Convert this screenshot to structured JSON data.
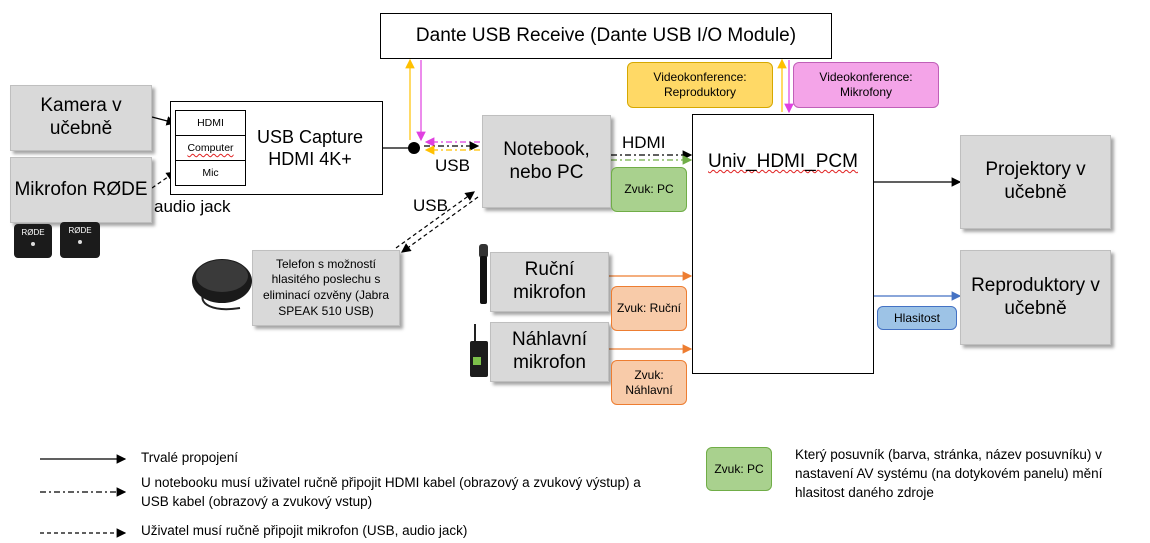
{
  "nodes": {
    "dante": "Dante USB Receive (Dante USB I/O Module)",
    "kamera": "Kamera v učebně",
    "mikrofon_rode": "Mikrofon RØDE",
    "usb_capture": "USB Capture HDMI 4K+",
    "capture_ports": [
      "HDMI",
      "Computer",
      "Mic"
    ],
    "notebook": "Notebook, nebo PC",
    "univ": "Univ_HDMI_PCM",
    "projektory": "Projektory v učebně",
    "reproduktory": "Reproduktory v učebně",
    "rucni": "Ruční mikrofon",
    "nahlavni": "Náhlavní mikrofon",
    "telefon": "Telefon s možností hlasitého poslechu s eliminací ozvěny (Jabra SPEAK 510 USB)"
  },
  "tags": {
    "vk_repro": "Videokonference: Reproduktory",
    "vk_mikro": "Videokonference: Mikrofony",
    "zvuk_pc": "Zvuk: PC",
    "zvuk_rucni": "Zvuk: Ruční",
    "zvuk_nahlavni": "Zvuk: Náhlavní",
    "hlasitost": "Hlasitost"
  },
  "labels": {
    "hdmi": "HDMI",
    "usb1": "USB",
    "usb2": "USB",
    "audio_jack": "audio jack",
    "rode_device": "RØDE"
  },
  "legend": {
    "solid": "Trvalé propojení",
    "dashdot": "U notebooku musí uživatel ručně připojit HDMI kabel (obrazový a zvukový výstup) a USB kabel (obrazový a zvukový vstup)",
    "dashed": "Uživatel musí ručně připojit mikrofon (USB, audio jack)",
    "key_tag": "Zvuk: PC",
    "key_text": "Který posuvník (barva, stránka, název posuvníku) v nastavení AV systému (na dotykovém panelu) mění hlasitost daného zdroje"
  },
  "colors": {
    "gray_box": "#d9d9d9",
    "orange_tag": "#f8cba9",
    "yellow_tag": "#ffd966",
    "pink_tag": "#f4a4e8",
    "green_tag": "#a9d18e",
    "blue_tag": "#9dc3e6",
    "orange_line": "#ed7d31",
    "yellow_line": "#ffc000",
    "magenta_line": "#e040e0",
    "green_line": "#70ad47",
    "blue_line": "#4472c4"
  }
}
